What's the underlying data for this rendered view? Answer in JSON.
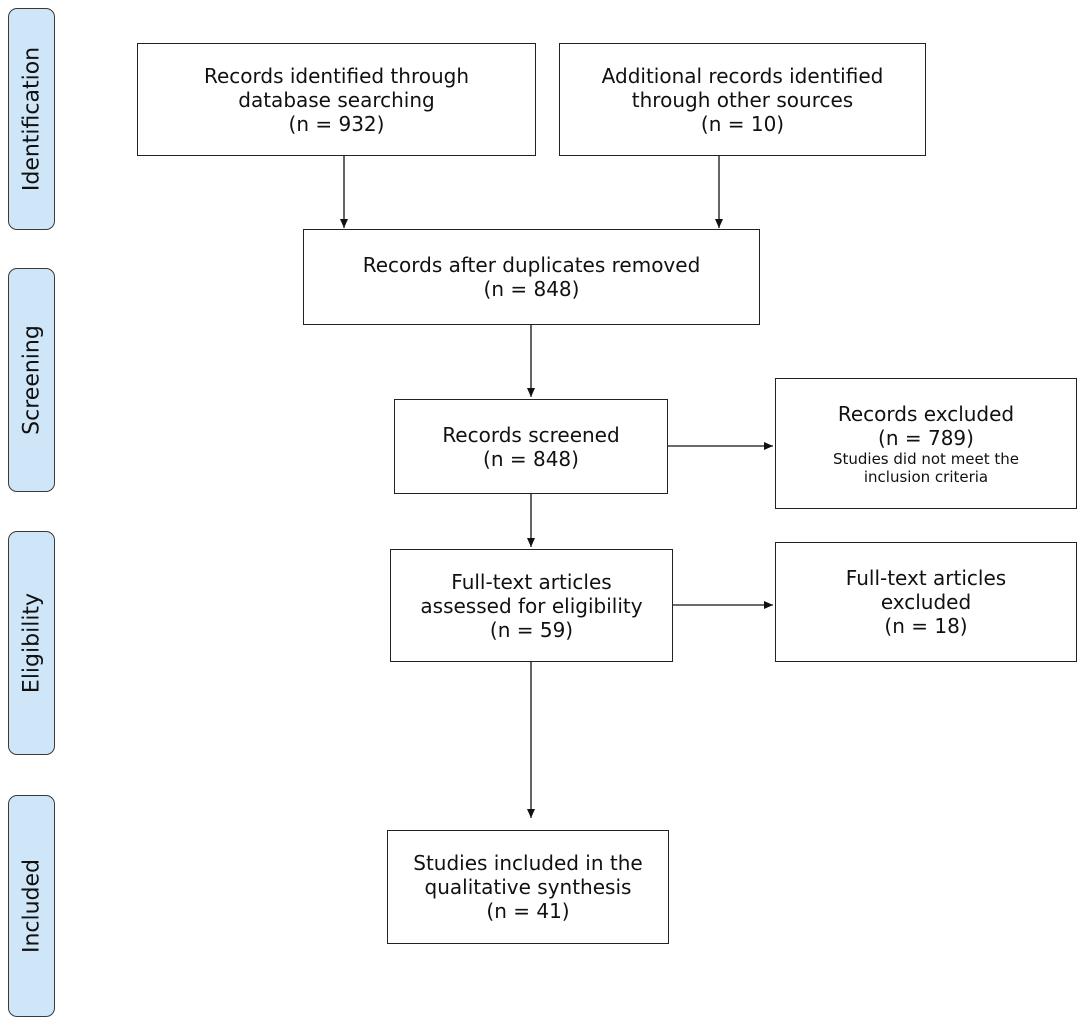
{
  "stages": [
    {
      "id": "identification",
      "label": "Identification"
    },
    {
      "id": "screening",
      "label": "Screening"
    },
    {
      "id": "eligibility",
      "label": "Eligibility"
    },
    {
      "id": "included",
      "label": "Included"
    }
  ],
  "boxes": {
    "database_records": {
      "text": "Records identified through\ndatabase searching\n(n = 932)"
    },
    "other_records": {
      "text": "Additional records identified\nthrough other sources\n(n = 10)"
    },
    "duplicates_removed": {
      "text": "Records after duplicates removed\n(n = 848)"
    },
    "records_screened": {
      "text": "Records screened\n(n = 848)"
    },
    "records_excluded": {
      "text": "Records excluded\n(n = 789)",
      "note": "Studies did not meet the\ninclusion criteria"
    },
    "fulltext_assessed": {
      "text": "Full-text articles\nassessed for eligibility\n(n = 59)"
    },
    "fulltext_excluded": {
      "text": "Full-text articles\nexcluded\n(n = 18)"
    },
    "studies_included": {
      "text": "Studies included in the\nqualitative synthesis\n(n = 41)"
    }
  },
  "colors": {
    "stage_fill": "#cfe6f8",
    "stroke": "#222222"
  }
}
